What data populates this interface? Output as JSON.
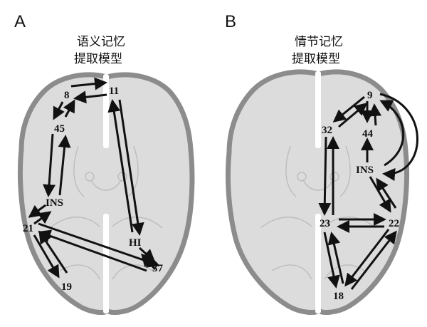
{
  "panels": [
    {
      "letter": "A",
      "title_line1": "语义记忆",
      "title_line2": "提取模型",
      "nodes": {
        "n8": "8",
        "n11": "11",
        "n45": "45",
        "ins": "INS",
        "n21": "21",
        "n19": "19",
        "hi": "HI",
        "n37": "37"
      }
    },
    {
      "letter": "B",
      "title_line1": "情节记忆",
      "title_line2": "提取模型",
      "nodes": {
        "n9": "9",
        "n32": "32",
        "n44": "44",
        "ins": "INS",
        "n23": "23",
        "n22": "22",
        "n18": "18"
      }
    }
  ],
  "colors": {
    "brain_fill": "#dcdcdc",
    "brain_outline": "#8c8c8c",
    "arrow": "#111111"
  }
}
